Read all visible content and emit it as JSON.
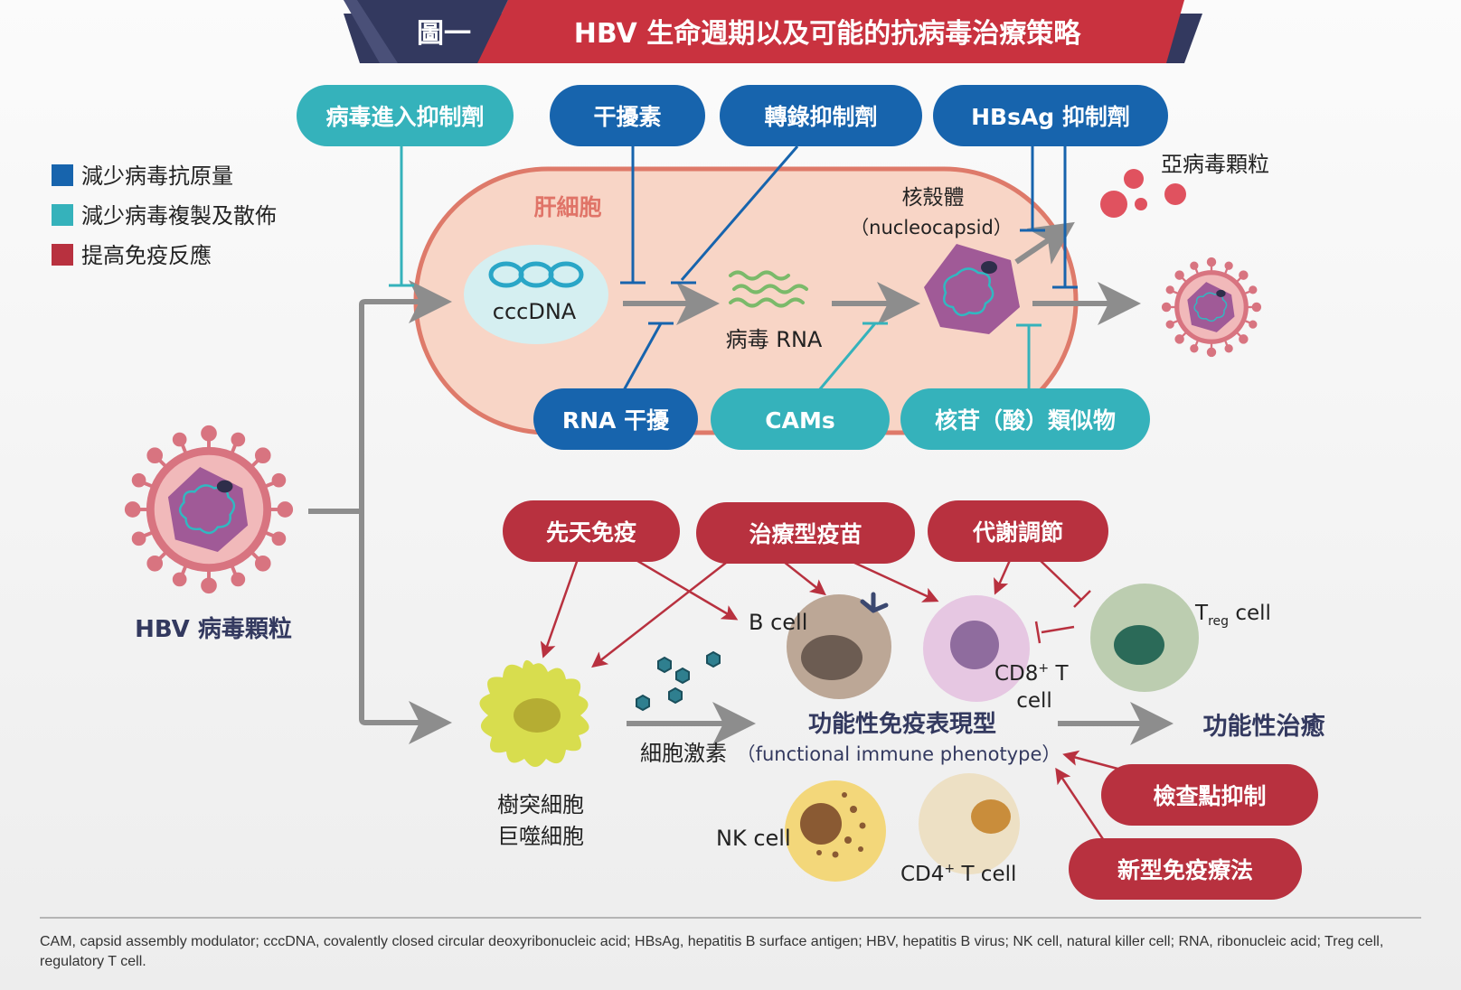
{
  "header": {
    "number": "圖一",
    "title": "HBV 生命週期以及可能的抗病毒治療策略"
  },
  "legend": [
    {
      "label": "減少病毒抗原量",
      "color": "#1764ad"
    },
    {
      "label": "減少病毒複製及散佈",
      "color": "#35b2bb"
    },
    {
      "label": "提高免疫反應",
      "color": "#b8313f"
    }
  ],
  "colors": {
    "blue": "#1764ad",
    "teal": "#35b2bb",
    "red": "#b8313f",
    "navy": "#33395f",
    "gray": "#8d8d8d"
  },
  "top_drugs": [
    "病毒進入抑制劑",
    "干擾素",
    "轉錄抑制劑",
    "HBsAg 抑制劑"
  ],
  "bottom_drugs": [
    "RNA 干擾",
    "CAMs",
    "核苷（酸）類似物"
  ],
  "cell": {
    "label": "肝細胞",
    "cccdna": "cccDNA",
    "rna": "病毒 RNA",
    "nucleocapsid": "核殼體",
    "nucleocapsid_en": "（nucleocapsid）",
    "subviral": "亞病毒顆粒"
  },
  "hbv_label": "HBV 病毒顆粒",
  "immune_drugs": [
    "先天免疫",
    "治療型疫苗",
    "代謝調節"
  ],
  "immune_therapies": [
    "檢查點抑制",
    "新型免疫療法"
  ],
  "immune_cells": {
    "b_cell": "B cell",
    "treg_t": "T",
    "treg_sub": "reg",
    "treg_cell": " cell",
    "cd8_line1": "CD8",
    "cd8_sup": "+",
    "cd8_t": " T",
    "cd8_line2": "cell",
    "nk": "NK cell",
    "cd4": "CD4",
    "cd4_sup": "+",
    "cd4_t": " T cell",
    "dendritic_line1": "樹突細胞",
    "dendritic_line2": "巨噬細胞",
    "cytokine": "細胞激素"
  },
  "phenotype": {
    "zh": "功能性免疫表現型",
    "en": "（functional immune phenotype）"
  },
  "outcome": "功能性治癒",
  "footnote": "CAM, capsid assembly modulator; cccDNA, covalently closed circular deoxyribonucleic acid; HBsAg, hepatitis B surface antigen; HBV, hepatitis B virus; NK cell, natural killer cell; RNA, ribonucleic acid; Treg cell, regulatory T cell."
}
